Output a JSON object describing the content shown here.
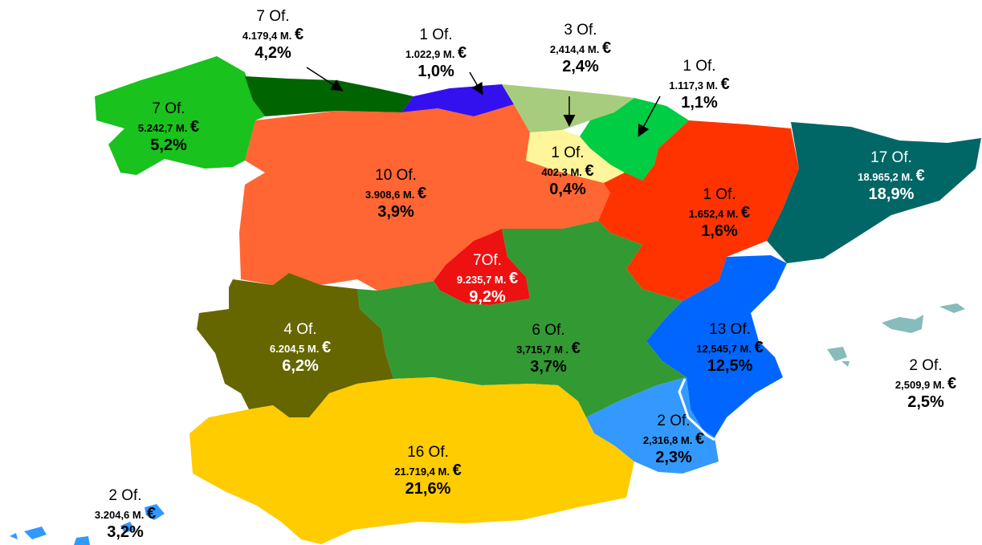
{
  "regions": [
    {
      "id": "galicia",
      "offices": "7 Of.",
      "amount": "5.242,7 M.",
      "currency": "€",
      "percent": "5,2%",
      "color": "#19c21c",
      "text": "dark"
    },
    {
      "id": "asturias",
      "offices": "7 Of.",
      "amount": "4.179,4 M.",
      "currency": "€",
      "percent": "4,2%",
      "color": "#006400",
      "text": "dark"
    },
    {
      "id": "cantabria",
      "offices": "1 Of.",
      "amount": "1.022,9 M.",
      "currency": "€",
      "percent": "1,0%",
      "color": "#3311ee",
      "text": "dark"
    },
    {
      "id": "pais-vasco",
      "offices": "3 Of.",
      "amount": "2,414,4 M.",
      "currency": "€",
      "percent": "2,4%",
      "color": "#a8cc7e",
      "text": "dark"
    },
    {
      "id": "navarra",
      "offices": "1 Of.",
      "amount": "1.117,3 M.",
      "currency": "€",
      "percent": "1,1%",
      "color": "#00cc44",
      "text": "dark"
    },
    {
      "id": "la-rioja",
      "offices": "1 Of.",
      "amount": "402,3 M.",
      "currency": "€",
      "percent": "0,4%",
      "color": "#fff59a",
      "text": "dark"
    },
    {
      "id": "castilla-leon",
      "offices": "10 Of.",
      "amount": "3.908,6 M.",
      "currency": "€",
      "percent": "3,9%",
      "color": "#ff6633",
      "text": "dark"
    },
    {
      "id": "aragon",
      "offices": "1 Of.",
      "amount": "1.652,4 M.",
      "currency": "€",
      "percent": "1,6%",
      "color": "#ff3300",
      "text": "dark"
    },
    {
      "id": "cataluna",
      "offices": "17 Of.",
      "amount": "18.965,2 M.",
      "currency": "€",
      "percent": "18,9%",
      "color": "#006666",
      "text": "light"
    },
    {
      "id": "madrid",
      "offices": "7Of.",
      "amount": "9.235,7 M.",
      "currency": "€",
      "percent": "9,2%",
      "color": "#ee1111",
      "text": "light"
    },
    {
      "id": "castilla-la-mancha",
      "offices": "6 Of.",
      "amount": "3,715,7 M .",
      "currency": "€",
      "percent": "3,7%",
      "color": "#339933",
      "text": "dark"
    },
    {
      "id": "extremadura",
      "offices": "4 Of.",
      "amount": "6.204,5 M.",
      "currency": "€",
      "percent": "6,2%",
      "color": "#666600",
      "text": "light"
    },
    {
      "id": "comunidad-valenciana",
      "offices": "13 Of.",
      "amount": "12,545,7 M.",
      "currency": "€",
      "percent": "12,5%",
      "color": "#0066ff",
      "text": "dark"
    },
    {
      "id": "murcia",
      "offices": "2 Of.",
      "amount": "2,316,8 M.",
      "currency": "€",
      "percent": "2,3%",
      "color": "#3399ff",
      "text": "dark"
    },
    {
      "id": "andalucia",
      "offices": "16 Of.",
      "amount": "21.719,4 M.",
      "currency": "€",
      "percent": "21,6%",
      "color": "#ffcc00",
      "text": "dark"
    },
    {
      "id": "baleares",
      "offices": "2 Of.",
      "amount": "2,509,9 M.",
      "currency": "€",
      "percent": "2,5%",
      "color": "#88bbbb",
      "text": "dark"
    },
    {
      "id": "canarias",
      "offices": "2 Of.",
      "amount": "3.204,6 M.",
      "currency": "€",
      "percent": "3,2%",
      "color": "#3399ff",
      "text": "dark"
    }
  ]
}
